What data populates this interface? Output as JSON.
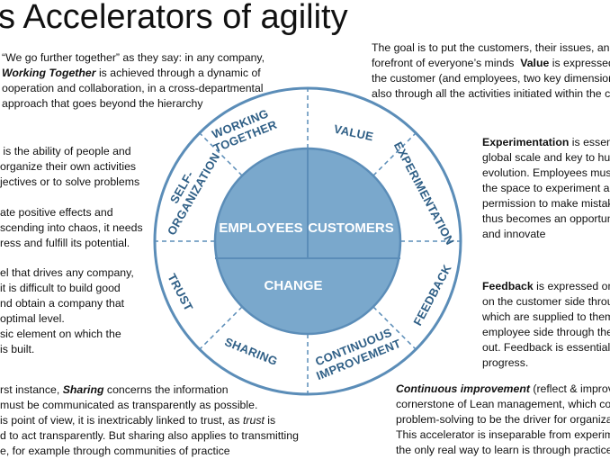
{
  "title": "s Accelerators of agility",
  "colors": {
    "wheel_blue": "#5b8db8",
    "core_blue": "#7aa8cc",
    "label_blue": "#2f5f86",
    "ring_fill": "#ffffff"
  },
  "core": {
    "left": "EMPLOYEES",
    "right": "CUSTOMERS",
    "bottom": "CHANGE"
  },
  "ring": [
    {
      "id": "working",
      "lines": [
        "WORKING",
        "TOGETHER"
      ]
    },
    {
      "id": "value",
      "lines": [
        "VALUE"
      ]
    },
    {
      "id": "experimentation",
      "lines": [
        "EXPERIMENTATION"
      ]
    },
    {
      "id": "feedback",
      "lines": [
        "FEEDBACK"
      ]
    },
    {
      "id": "continuous",
      "lines": [
        "CONTINUOUS",
        "IMPROVEMENT"
      ]
    },
    {
      "id": "sharing",
      "lines": [
        "SHARING"
      ]
    },
    {
      "id": "trust",
      "lines": [
        "TRUST"
      ]
    },
    {
      "id": "self",
      "lines": [
        "SELF-",
        "ORGANIZATION"
      ]
    }
  ],
  "text_blocks": {
    "working_together": [
      [
        {
          "t": "“We go further together” as they say: in any company,"
        }
      ],
      [
        {
          "t": "Working Together",
          "s": "bi"
        },
        {
          "t": " is achieved through a dynamic of"
        }
      ],
      [
        {
          "t": "ooperation and collaboration, in a cross-departmental"
        }
      ],
      [
        {
          "t": "approach that goes beyond the hierarchy"
        }
      ]
    ],
    "self_organization": [
      [
        {
          "t": " is the ability of people and"
        }
      ],
      [
        {
          "t": "organize their own activities"
        }
      ],
      [
        {
          "t": "jectives or to solve problems"
        }
      ],
      [
        {
          "t": ""
        }
      ],
      [
        {
          "t": "ate positive effects and"
        }
      ],
      [
        {
          "t": "scending into chaos, it needs"
        }
      ],
      [
        {
          "t": "ress and fulfill its potential."
        }
      ]
    ],
    "trust": [
      [
        {
          "t": "el that drives any company,"
        }
      ],
      [
        {
          "t": "it is difficult to build good"
        }
      ],
      [
        {
          "t": "nd obtain a company that"
        }
      ],
      [
        {
          "t": "optimal level."
        }
      ],
      [
        {
          "t": "sic element on which the"
        }
      ],
      [
        {
          "t": "is built."
        }
      ]
    ],
    "sharing": [
      [
        {
          "t": "rst instance, "
        },
        {
          "t": "Sharing",
          "s": "bi"
        },
        {
          "t": " concerns the information"
        }
      ],
      [
        {
          "t": "must be communicated as transparently as possible."
        }
      ],
      [
        {
          "t": "is point of view, it is inextricably linked to trust, as "
        },
        {
          "t": "trust",
          "s": "i"
        },
        {
          "t": " is"
        }
      ],
      [
        {
          "t": "d to act transparently. But sharing also applies to transmitting"
        }
      ],
      [
        {
          "t": "e, for example through communities of practice"
        }
      ]
    ],
    "value": [
      [
        {
          "t": "The goal is to put the customers, their issues, and va"
        }
      ],
      [
        {
          "t": "forefront of everyone’s minds  "
        },
        {
          "t": "Value",
          "s": "b"
        },
        {
          "t": " is expressed r"
        }
      ],
      [
        {
          "t": "the customer (and employees, two key dimensions"
        }
      ],
      [
        {
          "t": "also through all the activities initiated within the co"
        }
      ]
    ],
    "experimentation": [
      [
        {
          "t": "Experimentation",
          "s": "b"
        },
        {
          "t": " is essent"
        }
      ],
      [
        {
          "t": "global scale and key to hum"
        }
      ],
      [
        {
          "t": "evolution. Employees must"
        }
      ],
      [
        {
          "t": "the space to experiment an"
        }
      ],
      [
        {
          "t": "permission to make mistake"
        }
      ],
      [
        {
          "t": "thus becomes an opportuni"
        }
      ],
      [
        {
          "t": "and innovate"
        }
      ]
    ],
    "feedback": [
      [
        {
          "t": "Feedback",
          "s": "b"
        },
        {
          "t": " is expressed on r"
        }
      ],
      [
        {
          "t": "on the customer side throug"
        }
      ],
      [
        {
          "t": "which are supplied to them,"
        }
      ],
      [
        {
          "t": "employee side through the"
        }
      ],
      [
        {
          "t": "out. Feedback is essential fo"
        }
      ],
      [
        {
          "t": "progress."
        }
      ]
    ],
    "continuous_improvement": [
      [
        {
          "t": "Continuous improvement",
          "s": "bi"
        },
        {
          "t": " (reflect & improve"
        }
      ],
      [
        {
          "t": "cornerstone of Lean management, which consi"
        }
      ],
      [
        {
          "t": "problem-solving to be the driver for organizati"
        }
      ],
      [
        {
          "t": "This accelerator is inseparable from experimen"
        }
      ],
      [
        {
          "t": "the only real way to learn is through practice."
        }
      ]
    ]
  }
}
